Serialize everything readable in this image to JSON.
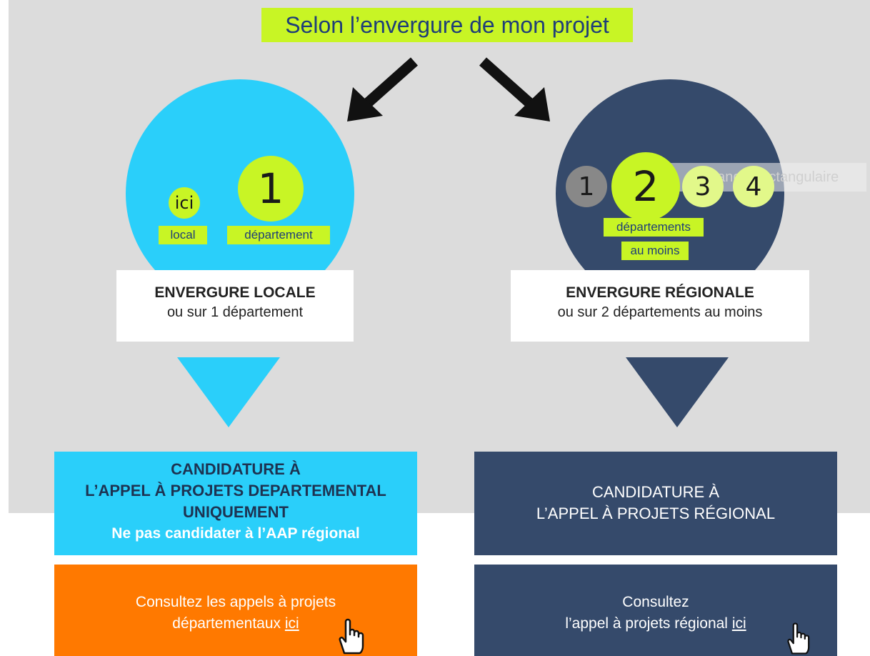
{
  "title": "Selon l’envergure de mon projet",
  "ghost_label": "Rectangle rectangulaire",
  "left": {
    "dots": {
      "ici": "ici",
      "one": "1"
    },
    "labels": {
      "local": "local",
      "departement": "département"
    },
    "box_title": "ENVERGURE LOCALE",
    "box_sub": "ou sur 1 département",
    "candidature": {
      "line1": "CANDIDATURE À",
      "line2": "L’APPEL À PROJETS DEPARTEMENTAL",
      "line3": "UNIQUEMENT",
      "line4": "Ne pas candidater à l’AAP régional"
    },
    "consult": {
      "line1": "Consultez les appels à projets",
      "line2_prefix": "départementaux ",
      "link": "ici"
    }
  },
  "right": {
    "dots": {
      "n1": "1",
      "n2": "2",
      "n3": "3",
      "n4": "4"
    },
    "labels": {
      "departements": "départements",
      "au_moins": "au moins"
    },
    "box_title": "ENVERGURE RÉGIONALE",
    "box_sub": "ou sur 2 départements au moins",
    "candidature": {
      "line1": "CANDIDATURE À",
      "line2": "L’APPEL À PROJETS RÉGIONAL"
    },
    "consult": {
      "line1": "Consultez",
      "line2_prefix": "l’appel à projets régional ",
      "link": "ici"
    }
  },
  "colors": {
    "lime": "#c8f525",
    "cyan": "#2acffa",
    "navy": "#354a6b",
    "orange": "#ff7900",
    "gray_bg": "#dcdcdc"
  },
  "icons": [
    "arrow-down-left-icon",
    "arrow-down-right-icon",
    "hand-pointer-icon"
  ]
}
